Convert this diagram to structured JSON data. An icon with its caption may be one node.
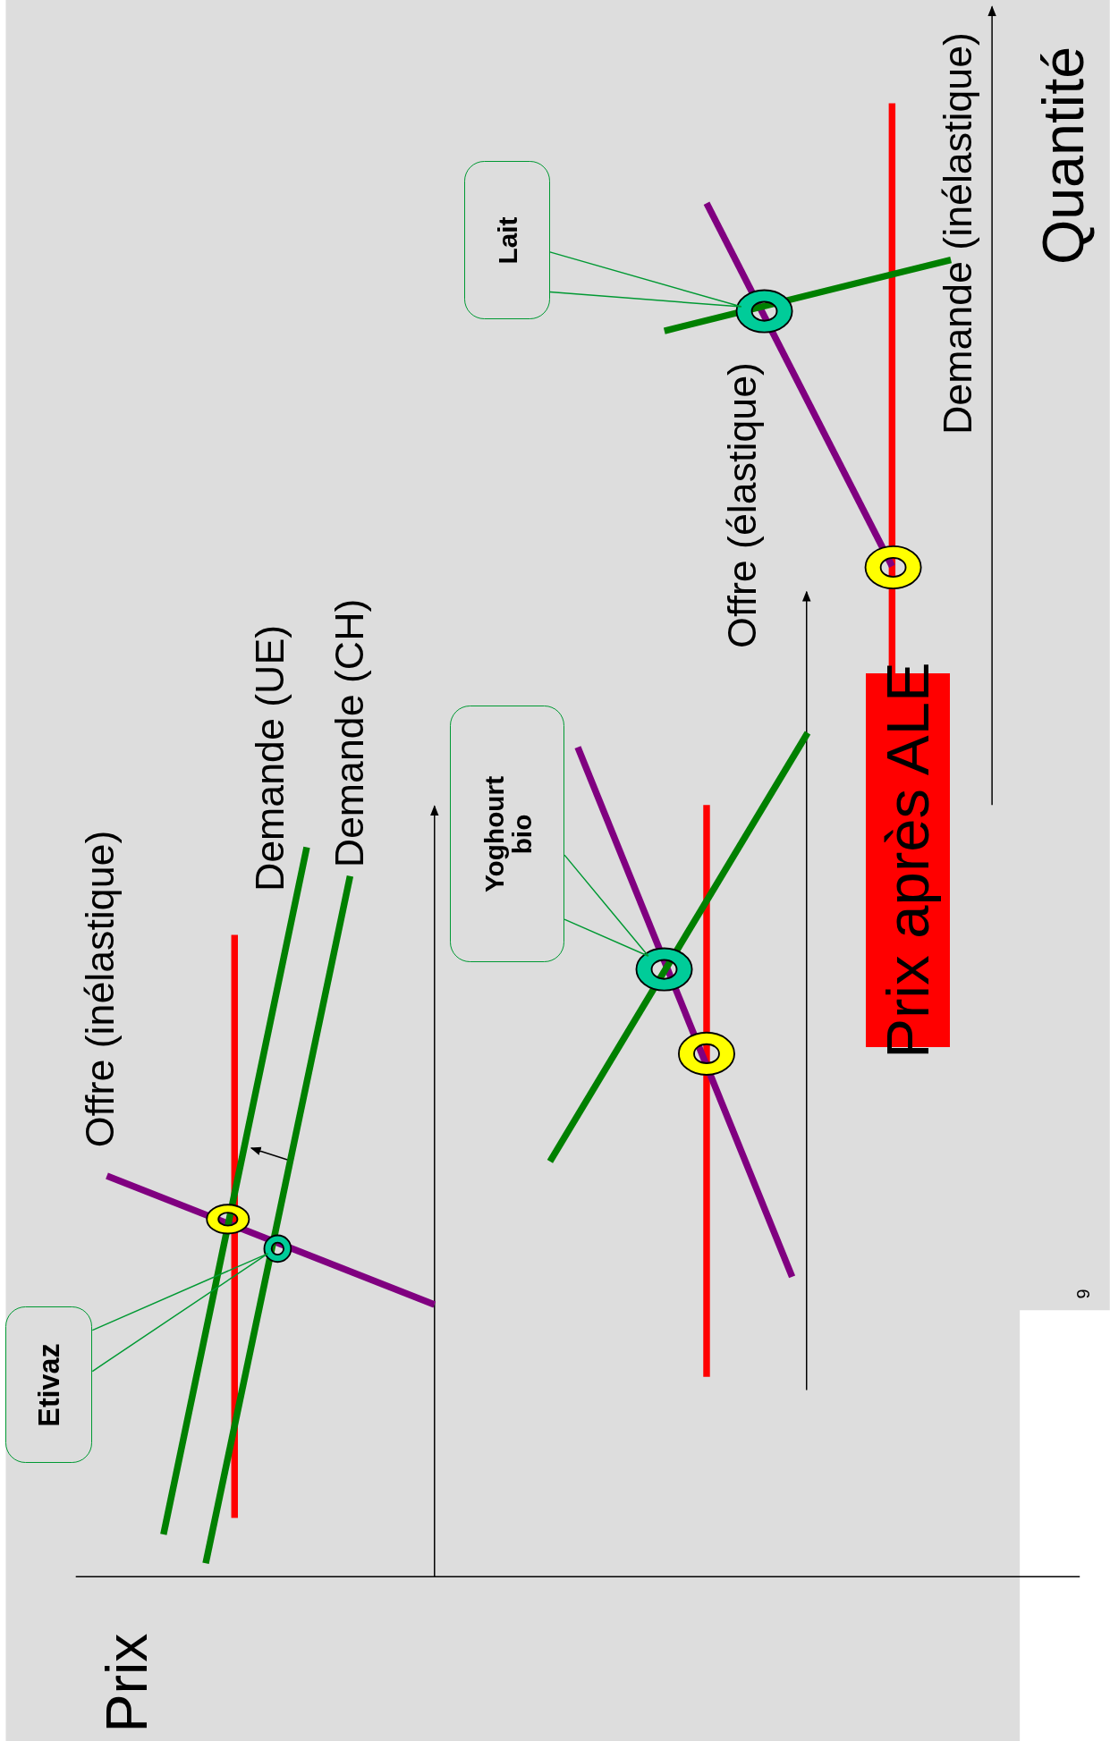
{
  "diagram": {
    "nodes": [
      {
        "text": [
          "Etivaz"
        ]
      },
      {
        "text": [],
        "shape": "circle"
      },
      {
        "text": [
          "Yoghourt bio"
        ]
      },
      {
        "text": [],
        "shape": "circle"
      },
      {
        "text": [
          "Lait"
        ]
      },
      {
        "text": [],
        "shape": "circle"
      },
      {
        "text": [
          "Prix après ALE"
        ]
      }
    ],
    "edges": [
      {
        "from": 0,
        "to": 1,
        "arrow": "none"
      },
      {
        "from": 2,
        "to": 3,
        "arrow": "none"
      },
      {
        "from": 4,
        "to": 5,
        "arrow": "none"
      }
    ],
    "labels": [
      "Offre (inélastique)",
      "Demande (UE)",
      "Demande (CH)",
      "Offre (élastique)",
      "Demande (inélastique)",
      "Quantité",
      "Prix",
      "9"
    ]
  }
}
